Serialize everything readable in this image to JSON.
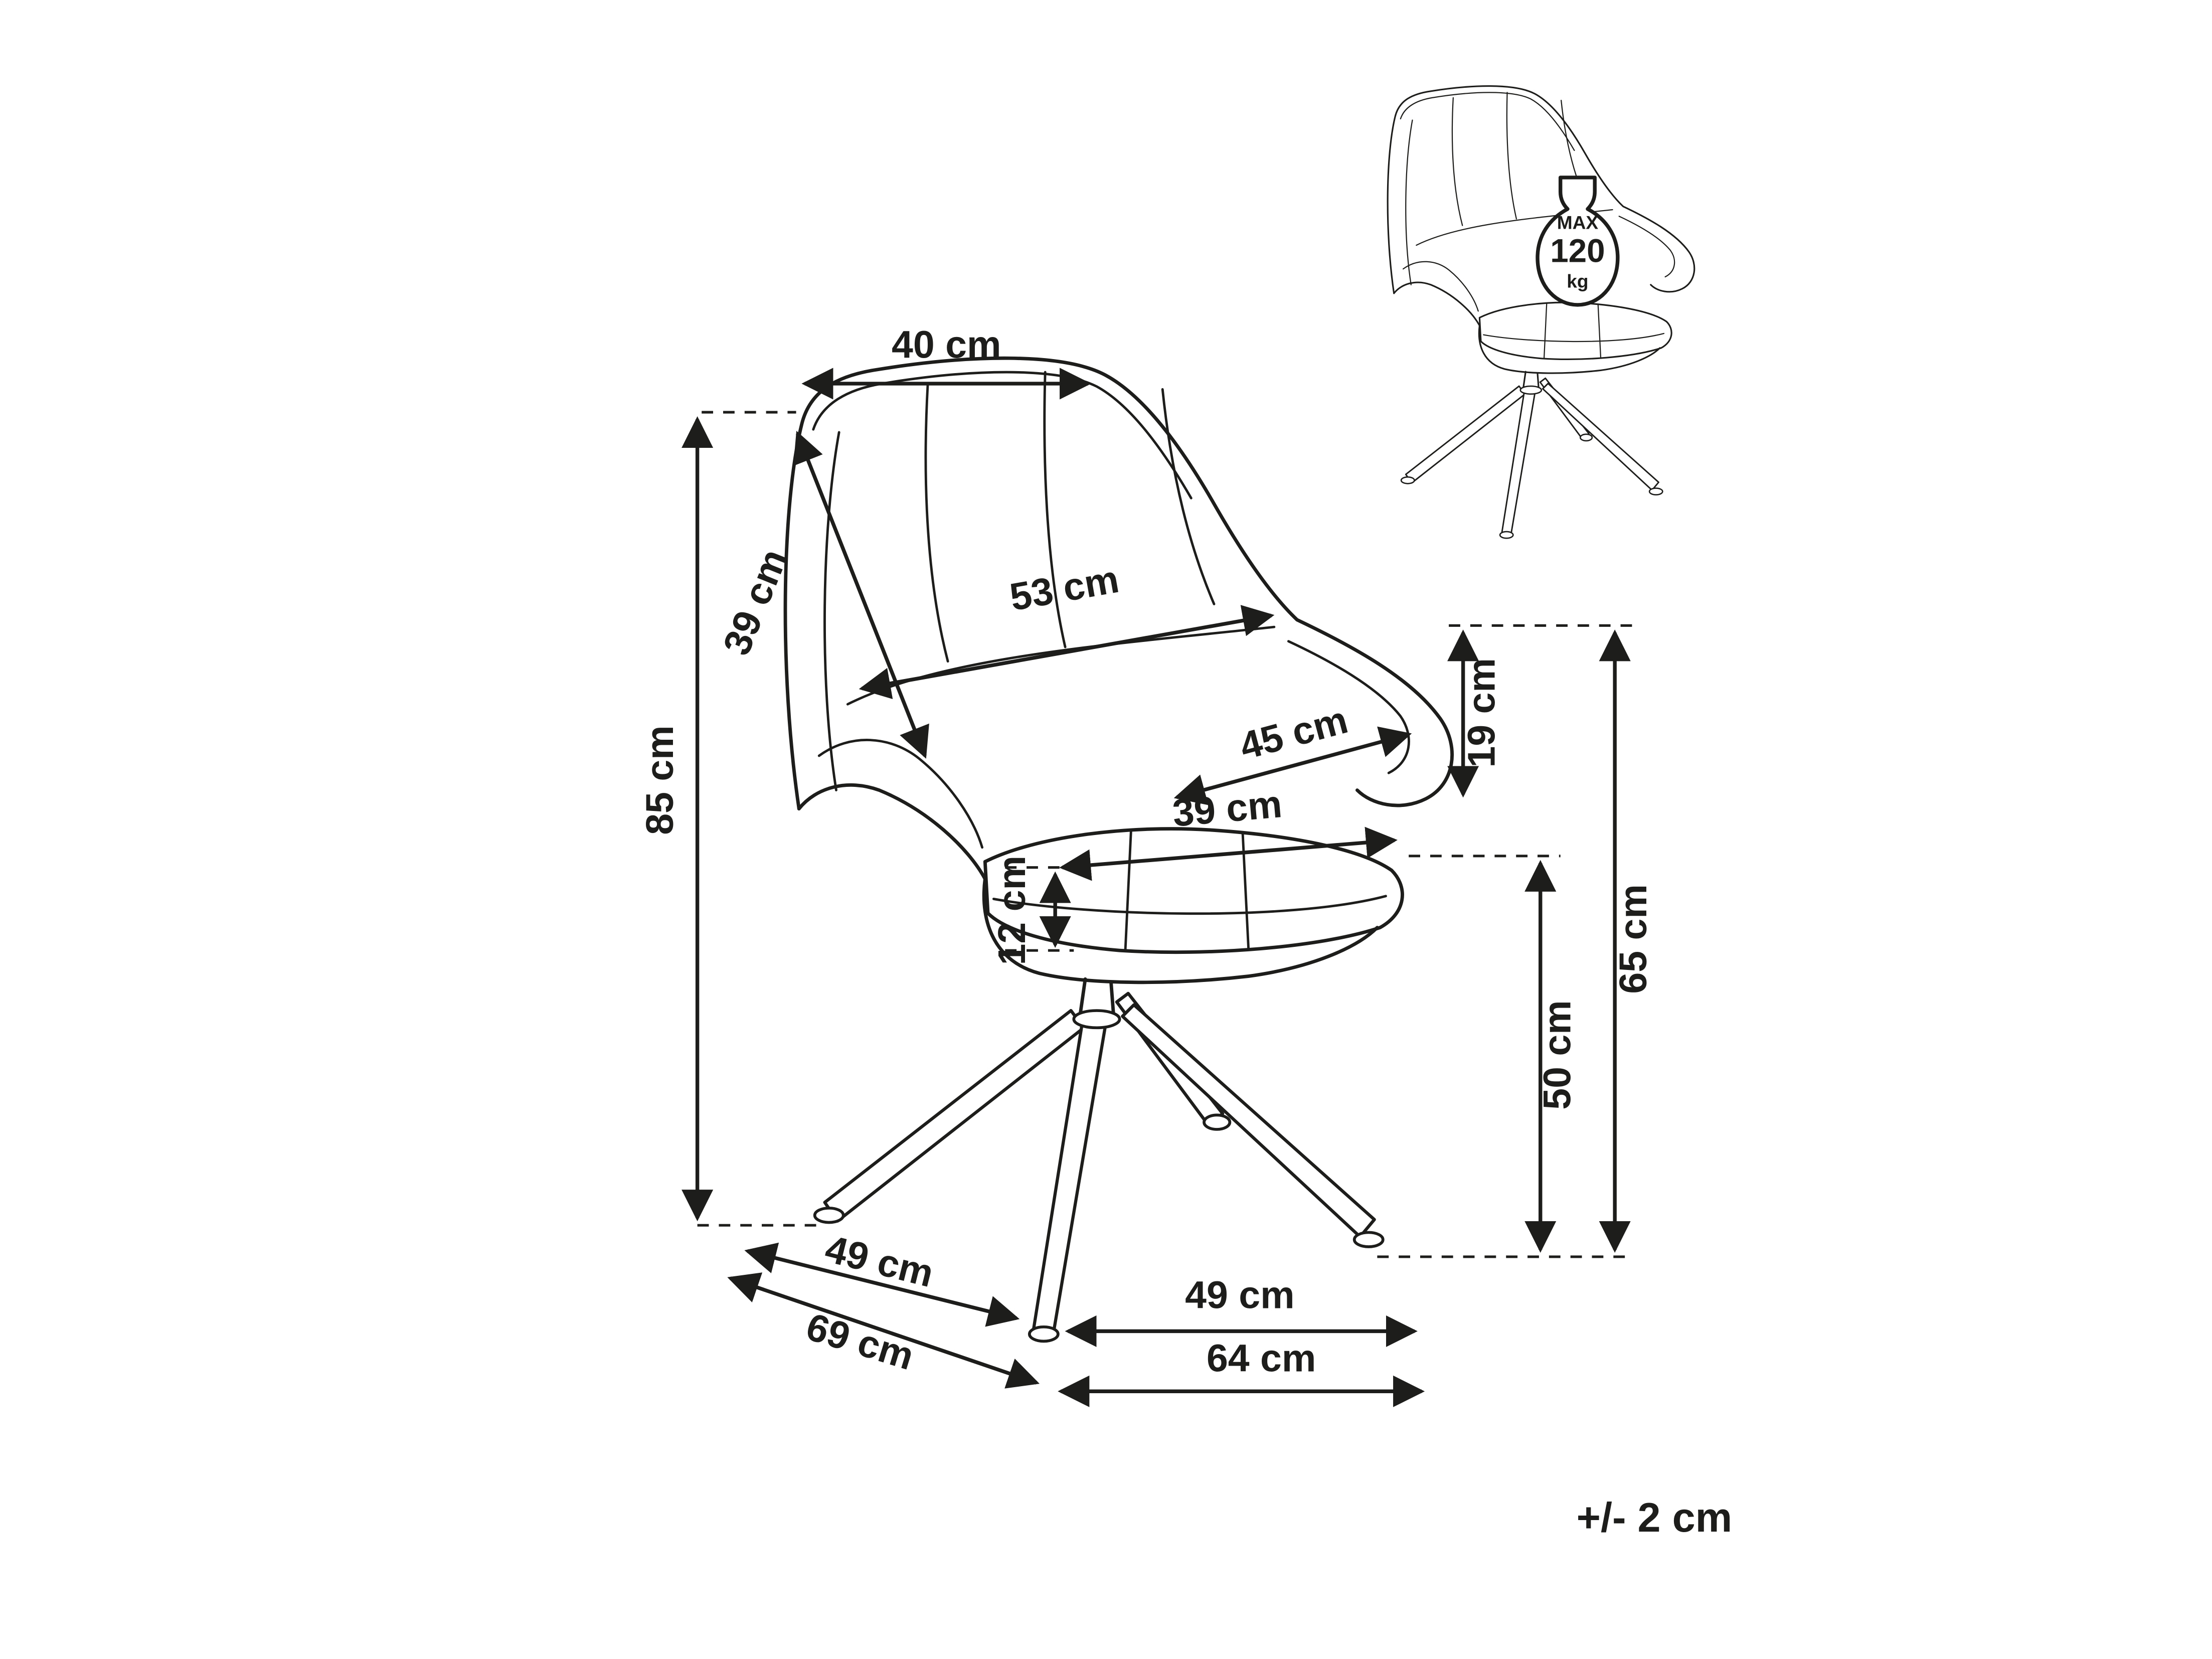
{
  "diagram": {
    "title_hint": "chair-dimension-diagram",
    "tolerance_note": "+/- 2 cm",
    "max_load": {
      "line1": "MAX",
      "line2": "120",
      "line3": "kg"
    },
    "colors": {
      "line": "#1d1d1b",
      "background": "#ffffff"
    },
    "dimensions": {
      "backrest_top_width": "40 cm",
      "backrest_height": "39 cm",
      "total_height": "85 cm",
      "inner_back_width": "53 cm",
      "seat_depth": "45 cm",
      "seat_width": "39 cm",
      "armrest_to_seat": "19 cm",
      "seat_thickness": "12 cm",
      "armrest_height": "65 cm",
      "seat_height": "50 cm",
      "base_depth": "49 cm",
      "total_depth": "69 cm",
      "base_width": "49 cm",
      "total_width": "64 cm"
    }
  }
}
